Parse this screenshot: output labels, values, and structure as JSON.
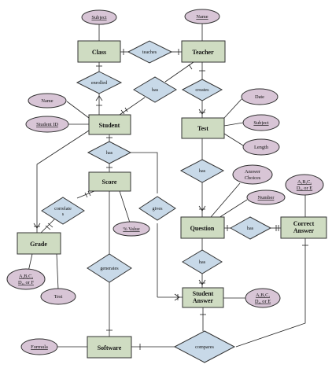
{
  "entities": [
    {
      "id": "class",
      "lines": [
        "Class"
      ]
    },
    {
      "id": "teacher",
      "lines": [
        "Teacher"
      ]
    },
    {
      "id": "student",
      "lines": [
        "Student"
      ]
    },
    {
      "id": "test",
      "lines": [
        "Test"
      ]
    },
    {
      "id": "score",
      "lines": [
        "Score"
      ]
    },
    {
      "id": "grade",
      "lines": [
        "Grade"
      ]
    },
    {
      "id": "question",
      "lines": [
        "Question"
      ]
    },
    {
      "id": "correct_answer",
      "lines": [
        "Correct",
        "Answer"
      ]
    },
    {
      "id": "student_answer",
      "lines": [
        "Student",
        "Answer"
      ]
    },
    {
      "id": "software",
      "lines": [
        "Software"
      ]
    }
  ],
  "relationships": [
    {
      "id": "teaches",
      "lines": [
        "teaches"
      ]
    },
    {
      "id": "enrolled",
      "lines": [
        "enrolled"
      ]
    },
    {
      "id": "has_teacher_student",
      "lines": [
        "has"
      ]
    },
    {
      "id": "creates",
      "lines": [
        "creates"
      ]
    },
    {
      "id": "has_student_score",
      "lines": [
        "has"
      ]
    },
    {
      "id": "has_test_question",
      "lines": [
        "has"
      ]
    },
    {
      "id": "correlates",
      "lines": [
        "correlate",
        "s"
      ]
    },
    {
      "id": "gives",
      "lines": [
        "gives"
      ]
    },
    {
      "id": "has_question_answer",
      "lines": [
        "has"
      ]
    },
    {
      "id": "has_question_student_answer",
      "lines": [
        "has"
      ]
    },
    {
      "id": "generates",
      "lines": [
        "generates"
      ]
    },
    {
      "id": "compares",
      "lines": [
        "compares"
      ]
    }
  ],
  "attributes": [
    {
      "id": "subject_class",
      "lines": [
        "Subject"
      ],
      "key": true
    },
    {
      "id": "name_teacher",
      "lines": [
        "Name"
      ],
      "key": true
    },
    {
      "id": "name_student",
      "lines": [
        "Name"
      ],
      "key": false
    },
    {
      "id": "student_id",
      "lines": [
        "Student ID"
      ],
      "key": true
    },
    {
      "id": "date",
      "lines": [
        "Date"
      ],
      "key": false
    },
    {
      "id": "subject_test",
      "lines": [
        "Subject"
      ],
      "key": true
    },
    {
      "id": "length",
      "lines": [
        "Length"
      ],
      "key": false
    },
    {
      "id": "answer_choices",
      "lines": [
        "Answer",
        "Choices"
      ],
      "key": false
    },
    {
      "id": "number",
      "lines": [
        "Number"
      ],
      "key": true
    },
    {
      "id": "abc_correct",
      "lines": [
        "A,B,C,",
        "D,, or E"
      ],
      "key": true
    },
    {
      "id": "percent_value",
      "lines": [
        "% Value"
      ],
      "key": true
    },
    {
      "id": "abc_grade",
      "lines": [
        "A,B,C,",
        "D,, or F"
      ],
      "key": true
    },
    {
      "id": "test_attr",
      "lines": [
        "Test"
      ],
      "key": false
    },
    {
      "id": "abc_student",
      "lines": [
        "A,B,C,",
        "D,, or E"
      ],
      "key": true
    },
    {
      "id": "formula",
      "lines": [
        "Formula"
      ],
      "key": true
    }
  ]
}
